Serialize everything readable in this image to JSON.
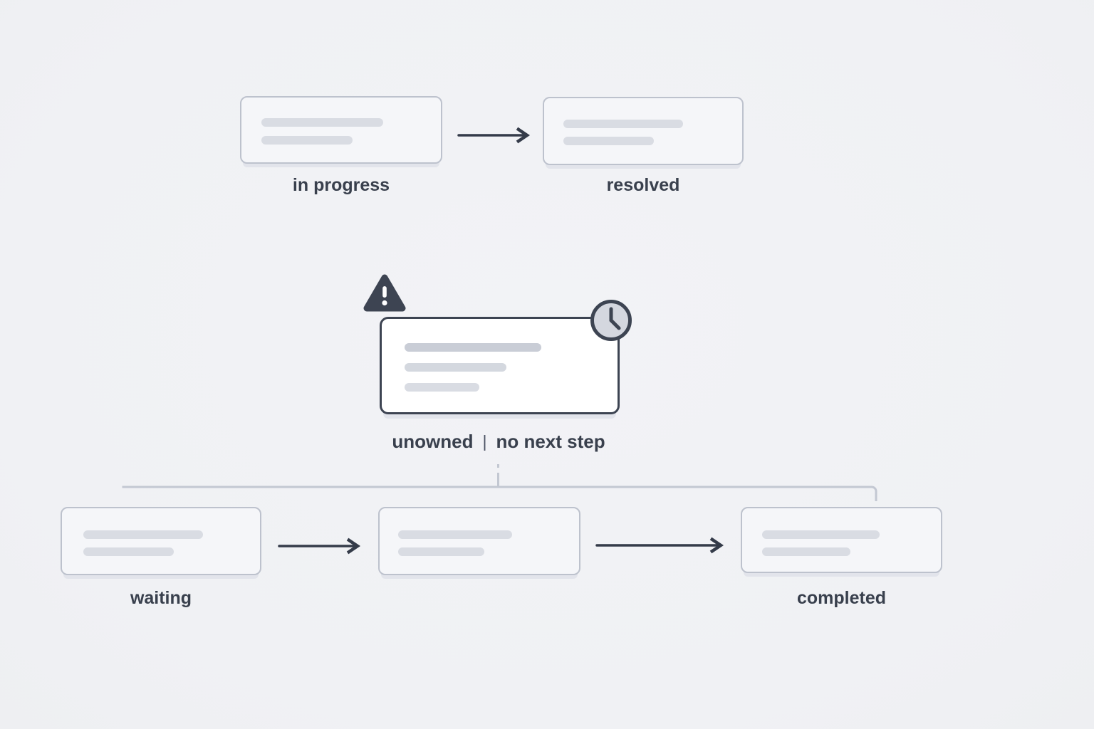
{
  "colors": {
    "bg": "#f0f1f4",
    "card-fill": "#f5f6f9",
    "card-border": "#bdc2cd",
    "dark": "#3d4452",
    "text": "#39404d",
    "bar": "#d9dce3",
    "bar-dark": "#c9cdd6",
    "bar-mid": "#d4d8df",
    "shadow": "#e2e4eb",
    "connector": "#c3c8d2",
    "clock-fill": "#d4d7df",
    "white": "#ffffff"
  },
  "nodes": {
    "in_progress": {
      "label": "in progress"
    },
    "resolved": {
      "label": "resolved"
    },
    "unowned": {
      "label": "unowned",
      "separator": "|",
      "sublabel": "no next step"
    },
    "waiting": {
      "label": "waiting"
    },
    "completed": {
      "label": "completed"
    }
  },
  "icons": [
    {
      "name": "warning-icon"
    },
    {
      "name": "clock-icon"
    }
  ]
}
